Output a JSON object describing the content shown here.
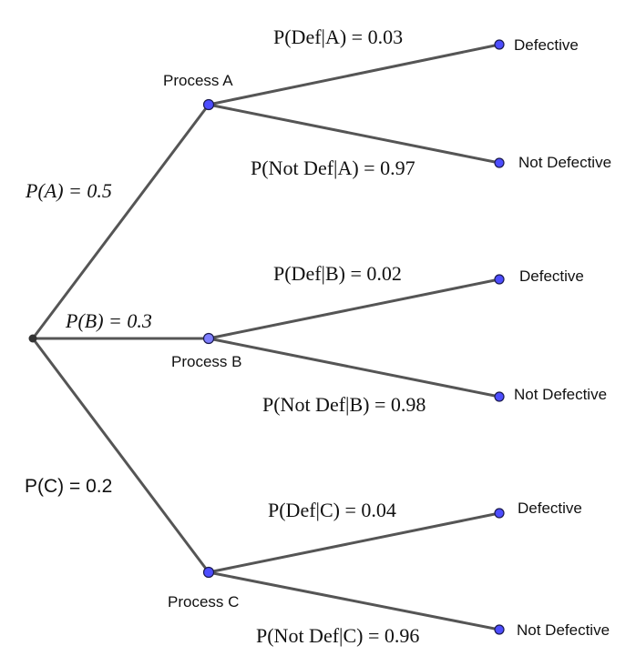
{
  "processes": [
    {
      "name": "Process A",
      "prob_label": "P(A) = 0.5",
      "node_color": "#4d4dff",
      "outcomes": [
        {
          "prob_label": "P(Def|A) = 0.03",
          "label": "Defective"
        },
        {
          "prob_label": "P(Not Def|A) = 0.97",
          "label": "Not Defective"
        }
      ]
    },
    {
      "name": "Process B",
      "prob_label": "P(B) = 0.3",
      "node_color": "#7f7fff",
      "outcomes": [
        {
          "prob_label": "P(Def|B) = 0.02",
          "label": "Defective"
        },
        {
          "prob_label": "P(Not Def|B) = 0.98",
          "label": "Not Defective"
        }
      ]
    },
    {
      "name": "Process C",
      "prob_label": "P(C) = 0.2",
      "node_color": "#4d4dff",
      "outcomes": [
        {
          "prob_label": "P(Def|C) = 0.04",
          "label": "Defective"
        },
        {
          "prob_label": "P(Not Def|C) = 0.96",
          "label": "Not Defective"
        }
      ]
    }
  ],
  "colors": {
    "branch": "#555555",
    "root": "#333333",
    "leaf": "#4d4dff"
  }
}
